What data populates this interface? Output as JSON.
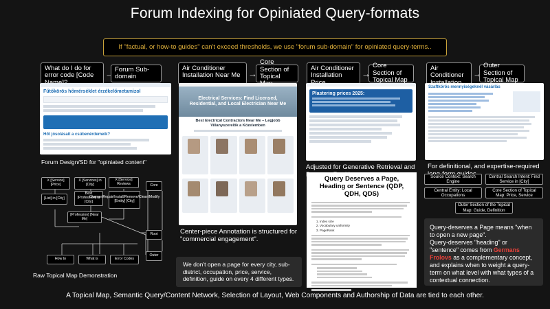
{
  "title": "Forum Indexing for Opiniated Query-formats",
  "banner": "If \"factual, or how-to guides\" can't exceed thresholds, we use \"forum sub-domain\" for opiniated query-terms..",
  "flows": [
    {
      "left": "What do I do for error code [Code Name]?",
      "right": "Forum Sub-domain"
    },
    {
      "left": "Air Conditioner Installation Near Me",
      "right": "Core Section of Topical Map"
    },
    {
      "left": "Air Conditioner Installation Price",
      "right": "Core Section of Topical Map"
    },
    {
      "left": "Air Conditioner Installation Guide",
      "right": "Outer Section of Topical Map"
    }
  ],
  "captions": {
    "forum": "Forum Design/SD for \"opiniated content\"",
    "center": "Center-piece Annotation is structured for \"commercial engagement\".",
    "price": "Adjusted for Generative Retrieval and Passage Ranking.",
    "guide": "For definitional, and expertise-required long-form guides.",
    "raw_map": "Raw Topical Map Demonstration"
  },
  "shots": {
    "forum_heading": "Fűtőkörös hőmérséklet érzékelőmetamizol",
    "forum_heading_2": "Hőt jósolásait a csúbenérdemeik?",
    "center_hero": "Electrical Services: Find Licensed, Residential, and Local Electrician Near Me",
    "center_sub": "Best Electrical Contractors Near Me – Legjobb Villanyszerelők a Közelemben",
    "price_heading": "Plastering prices 2025:",
    "guide_heading": "Szaftkörös mennyiségeknél vásárlás"
  },
  "raw_map": {
    "nodes": {
      "x_price": "X [Service] [Price]",
      "x_city": "X [Services] in [City]",
      "x_reviews": "X [Service] Reviews",
      "list_city": "[List] in [City]",
      "best_prof": "Best [Profession] in [City]",
      "change": "Change/Repair/Install/Remove/Clean/Modify [Entity] [City]",
      "prof_near": "[Profession] [Near Me]",
      "how_to": "How to",
      "what_is": "What is",
      "error_codes": "Error Codes",
      "core": "Core",
      "root": "Root",
      "outer": "Outer"
    }
  },
  "notice": "We don't open a page for every city, sub-district, occupation, price, service, definition, guide on every 4 different types.",
  "doc": {
    "title_pre": "Query",
    "title_mid": " Deserves a ",
    "title_page": "Page",
    "title_rest": ", Heading or Sentence (QDP, QDH, QDS)",
    "list_items": [
      "Index size",
      "Vocabulary uniformity",
      "PageRank"
    ]
  },
  "entities": {
    "source_context": "Source Context: Search Engine",
    "central_search_intent": "Central Search Intent: Find Service in [City]",
    "central_entity": "Central Entity: Local Occupations",
    "core_section": "Core Section of Topical Map: Price, Service",
    "outer_section": "Outer Section of the Topical Map: Guide, Definition"
  },
  "explanation": {
    "p1": "Query-deserves a Page means \"when to open a new page\".",
    "p2_pre": "Query-deserves \"heading\" or \"sentence\" comes from ",
    "p2_name": "Germans Frolovs",
    "p2_post": " as a complementary concept, and explains when to weight a query-term on what level with what types of a contextual connection."
  },
  "footer": "A Topical Map, Semantic Query/Content Network, Selection of Layout, Web Components and Authorship of Data are tied to each other.",
  "colors": {
    "background": "#141414",
    "accent_gold": "#e2b23c",
    "highlight_red": "#e8413a",
    "link_blue": "#1f6fb5"
  }
}
